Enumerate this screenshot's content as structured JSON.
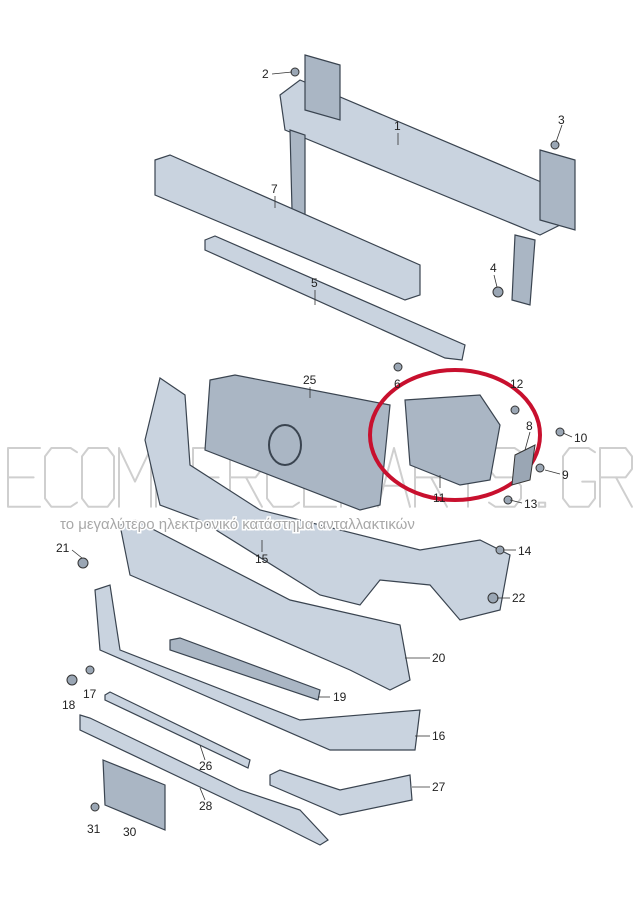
{
  "diagram": {
    "title": "Front bumper exploded parts view",
    "part_numbers": [
      "1",
      "2",
      "3",
      "4",
      "5",
      "6",
      "7",
      "8",
      "9",
      "10",
      "11",
      "12",
      "13",
      "14",
      "15",
      "16",
      "17",
      "18",
      "19",
      "20",
      "21",
      "22",
      "25",
      "26",
      "27",
      "28",
      "30",
      "31"
    ],
    "highlight_color": "#c8102e",
    "highlighted_part": "11"
  },
  "watermark": {
    "brand": "ECOMMERCEPARTS.GR",
    "tagline": "το μεγαλύτερο ηλεκτρονικό κατάστημα ανταλλακτικών"
  }
}
